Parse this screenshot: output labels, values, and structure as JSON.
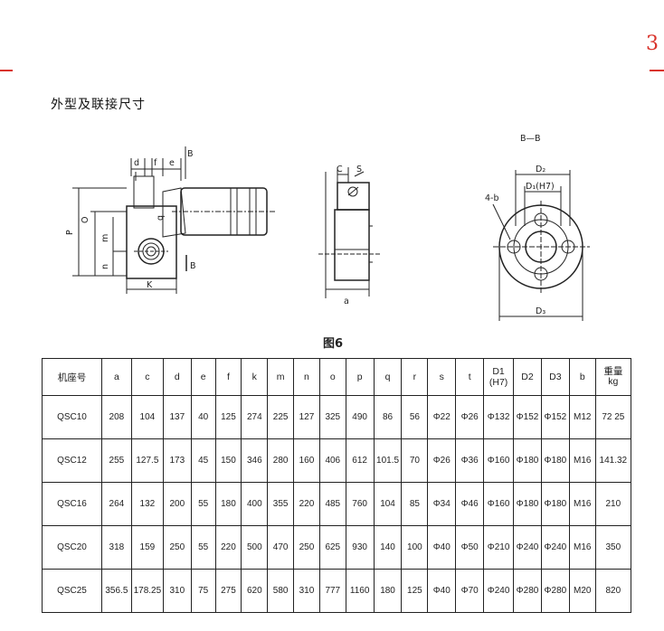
{
  "page_number": "3",
  "section_title": "外型及联接尺寸",
  "figure_caption": "图6",
  "drawing_labels": {
    "side_view": {
      "d": "d",
      "f": "f",
      "e": "e",
      "B_top": "B",
      "B_bottom": "|B",
      "q": "q",
      "O": "O",
      "P": "P",
      "m": "m",
      "n": "n",
      "K": "K"
    },
    "section_view": {
      "C": "C",
      "S": "S",
      "a": "a"
    },
    "flange_view": {
      "title": "B—B",
      "D2": "D₂",
      "D1": "D₁(H7)",
      "holes": "4-b",
      "D3": "D₃"
    }
  },
  "table": {
    "headers": [
      {
        "label": "机座号"
      },
      {
        "label": "a"
      },
      {
        "label": "c"
      },
      {
        "label": "d"
      },
      {
        "label": "e"
      },
      {
        "label": "f"
      },
      {
        "label": "k"
      },
      {
        "label": "m"
      },
      {
        "label": "n"
      },
      {
        "label": "o"
      },
      {
        "label": "p"
      },
      {
        "label": "q"
      },
      {
        "label": "r"
      },
      {
        "label": "s"
      },
      {
        "label": "t"
      },
      {
        "label": "D1",
        "label2": "(H7)"
      },
      {
        "label": "D2"
      },
      {
        "label": "D3"
      },
      {
        "label": "b"
      },
      {
        "label": "重量",
        "label2": "kg"
      }
    ],
    "rows": [
      [
        "QSC10",
        "208",
        "104",
        "137",
        "40",
        "125",
        "274",
        "225",
        "127",
        "325",
        "490",
        "86",
        "56",
        "Φ22",
        "Φ26",
        "Φ132",
        "Φ152",
        "Φ152",
        "M12",
        "72 25"
      ],
      [
        "QSC12",
        "255",
        "127.5",
        "173",
        "45",
        "150",
        "346",
        "280",
        "160",
        "406",
        "612",
        "101.5",
        "70",
        "Φ26",
        "Φ36",
        "Φ160",
        "Φ180",
        "Φ180",
        "M16",
        "141.32"
      ],
      [
        "QSC16",
        "264",
        "132",
        "200",
        "55",
        "180",
        "400",
        "355",
        "220",
        "485",
        "760",
        "104",
        "85",
        "Φ34",
        "Φ46",
        "Φ160",
        "Φ180",
        "Φ180",
        "M16",
        "210"
      ],
      [
        "QSC20",
        "318",
        "159",
        "250",
        "55",
        "220",
        "500",
        "470",
        "250",
        "625",
        "930",
        "140",
        "100",
        "Φ40",
        "Φ50",
        "Φ210",
        "Φ240",
        "Φ240",
        "M16",
        "350"
      ],
      [
        "QSC25",
        "356.5",
        "178.25",
        "310",
        "75",
        "275",
        "620",
        "580",
        "310",
        "777",
        "1160",
        "180",
        "125",
        "Φ40",
        "Φ70",
        "Φ240",
        "Φ280",
        "Φ280",
        "M20",
        "820"
      ]
    ]
  }
}
